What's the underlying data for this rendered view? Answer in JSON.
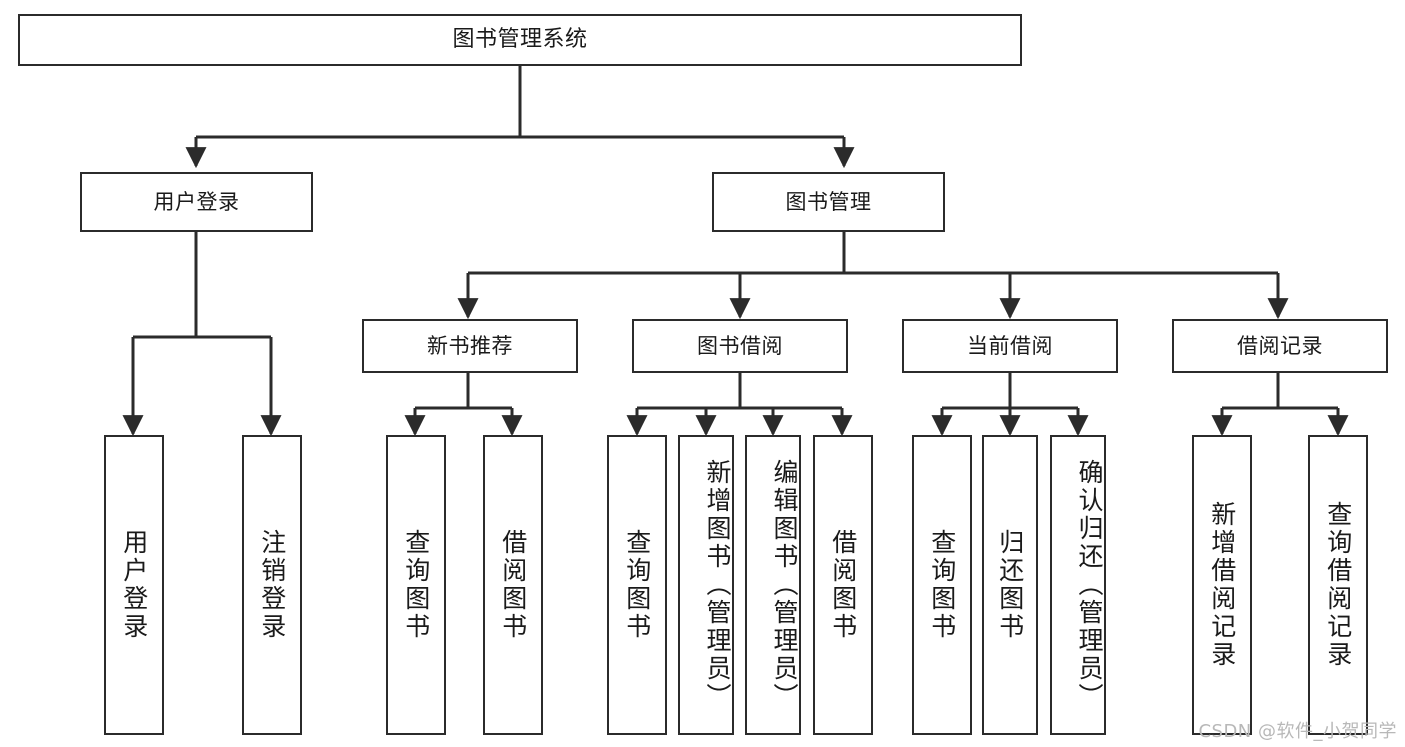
{
  "diagram": {
    "title": "图书管理系统",
    "type": "tree",
    "watermark": "CSDN @软件_小贺同学",
    "colors": {
      "stroke": "#2b2b2b",
      "fill": "#ffffff",
      "text": "#1a1a1a",
      "watermark": "#b8b8b8"
    },
    "root": {
      "label": "图书管理系统"
    },
    "level1": [
      {
        "label": "用户登录"
      },
      {
        "label": "图书管理"
      }
    ],
    "level2": [
      {
        "label": "新书推荐"
      },
      {
        "label": "图书借阅"
      },
      {
        "label": "当前借阅"
      },
      {
        "label": "借阅记录"
      }
    ],
    "leaves": {
      "user_login": [
        {
          "label": "用户登录"
        },
        {
          "label": "注销登录"
        }
      ],
      "new_book": [
        {
          "label": "查询图书"
        },
        {
          "label": "借阅图书"
        }
      ],
      "book_borrow": [
        {
          "label": "查询图书"
        },
        {
          "label": "新增图书（管理员）"
        },
        {
          "label": "编辑图书（管理员）"
        },
        {
          "label": "借阅图书"
        }
      ],
      "current_borrow": [
        {
          "label": "查询图书"
        },
        {
          "label": "归还图书"
        },
        {
          "label": "确认归还（管理员）"
        }
      ],
      "borrow_record": [
        {
          "label": "新增借阅记录"
        },
        {
          "label": "查询借阅记录"
        }
      ]
    }
  }
}
